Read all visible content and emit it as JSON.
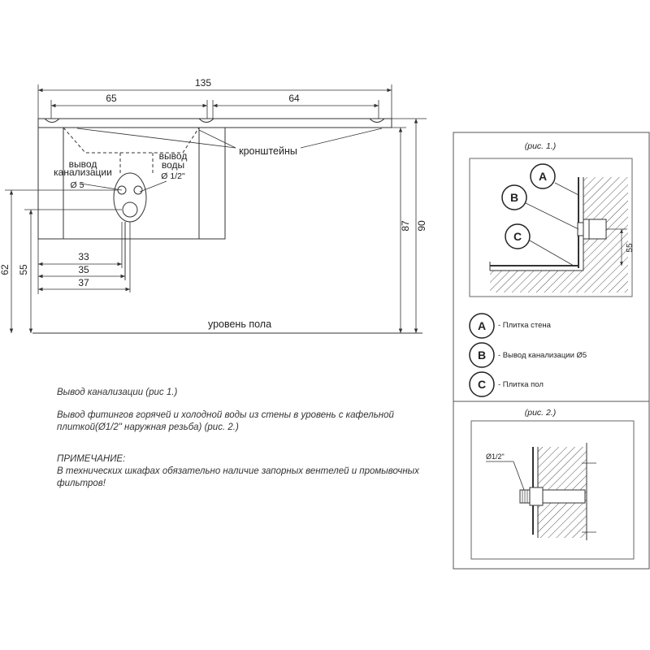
{
  "dimensions": {
    "total_width": "135",
    "left_width": "65",
    "right_width": "64",
    "height_87": "87",
    "height_90": "90",
    "height_62": "62",
    "height_55": "55",
    "dim_33": "33",
    "dim_35": "35",
    "dim_37": "37"
  },
  "labels": {
    "brackets": "кронштейны",
    "drain_line1": "вывод",
    "drain_line2": "канализации",
    "drain_diameter": "Ø 5",
    "water_line1": "вывод",
    "water_line2": "воды",
    "water_diameter": "Ø 1/2\"",
    "floor_level": "уровень пола"
  },
  "fig1": {
    "caption": "(рис. 1.)",
    "dim_55": "55",
    "legend": [
      {
        "letter": "A",
        "text": "- Плитка стена"
      },
      {
        "letter": "B",
        "text": "- Вывод канализации   Ø5"
      },
      {
        "letter": "C",
        "text": "- Плитка пол"
      }
    ]
  },
  "fig2": {
    "caption": "(рис. 2.)",
    "diameter": "Ø1/2\""
  },
  "notes": {
    "line1": "Вывод канализации (рис 1.)",
    "line2": "Вывод фитингов горячей и холодной воды из стены в уровень с кафельной плиткой(Ø1/2\" наружная резьба) (рис. 2.)",
    "note_title": "ПРИМЕЧАНИЕ:",
    "note_text": "В технических шкафах обязательно наличие запорных вентелей и промывочных фильтров!"
  }
}
